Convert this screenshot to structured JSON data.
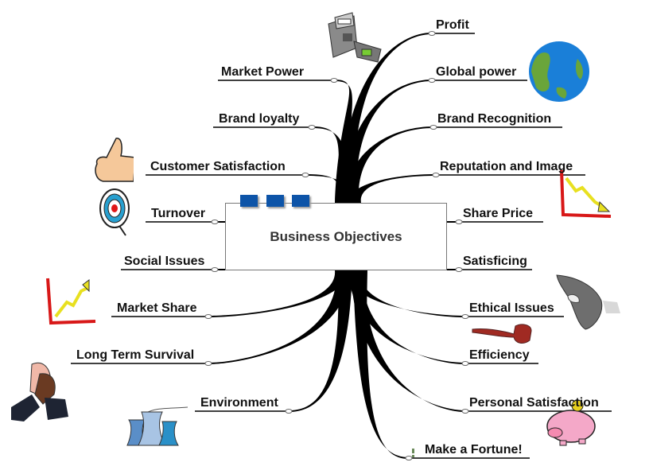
{
  "central_topic": {
    "title": "Business Objectives",
    "tab_color": "#0d54a8"
  },
  "left_topics": [
    {
      "label": "Market Power"
    },
    {
      "label": "Brand loyalty"
    },
    {
      "label": "Customer Satisfaction",
      "icon": "thumbs-up-icon"
    },
    {
      "label": "Turnover",
      "icon": "target-icon"
    },
    {
      "label": "Social Issues"
    },
    {
      "label": "Market Share",
      "icon": "rising-chart-icon"
    },
    {
      "label": "Long Term Survival",
      "icon": "handshake-icon"
    },
    {
      "label": "Environment",
      "icon": "cooling-towers-icon"
    }
  ],
  "right_topics": [
    {
      "label": "Profit",
      "icon": "cash-register-icon"
    },
    {
      "label": "Global power",
      "icon": "globe-icon"
    },
    {
      "label": "Brand Recognition"
    },
    {
      "label": "Reputation and Image",
      "icon": "falling-chart-icon"
    },
    {
      "label": "Share Price"
    },
    {
      "label": "Satisficing"
    },
    {
      "label": "Ethical Issues",
      "icon": "eagle-icon"
    },
    {
      "label": "Efficiency",
      "icon": "pipe-icon"
    },
    {
      "label": "Personal Satisfaction",
      "icon": "piggy-bank-icon"
    },
    {
      "label": "Make a Fortune!",
      "icon": "exclamation-icon"
    }
  ]
}
